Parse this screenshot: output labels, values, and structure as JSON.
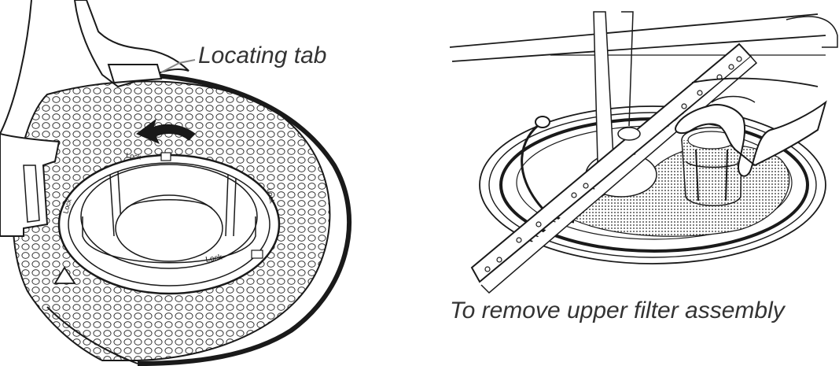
{
  "left_figure": {
    "callout_label": "Locating tab",
    "ring_markings": {
      "lock_bottom": "Lock",
      "lock_top": "Lock",
      "lock_left": "Lock",
      "lock_right": "Lock"
    }
  },
  "right_figure": {
    "caption": "To remove upper filter assembly"
  },
  "colors": {
    "line": "#1a1a1a",
    "fill": "#ffffff",
    "label_text": "#333333",
    "leader_line": "#888888",
    "mesh": "#555555"
  }
}
